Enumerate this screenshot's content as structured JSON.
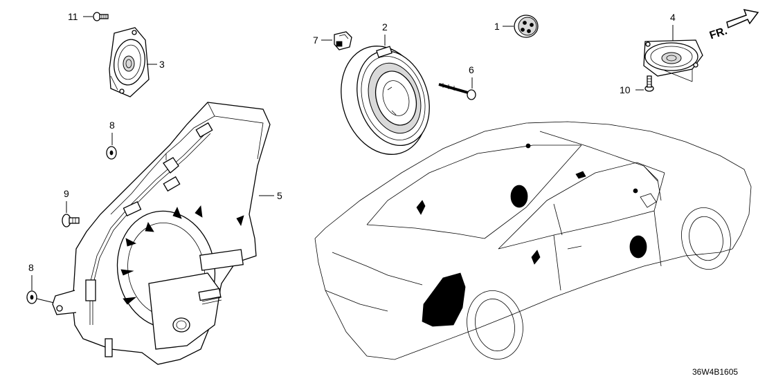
{
  "callouts": {
    "c1": "1",
    "c2": "2",
    "c3": "3",
    "c4": "4",
    "c5": "5",
    "c6": "6",
    "c7": "7",
    "c8a": "8",
    "c8b": "8",
    "c9": "9",
    "c10": "10",
    "c11": "11"
  },
  "direction_label": "FR.",
  "diagram_code": "36W4B1605"
}
